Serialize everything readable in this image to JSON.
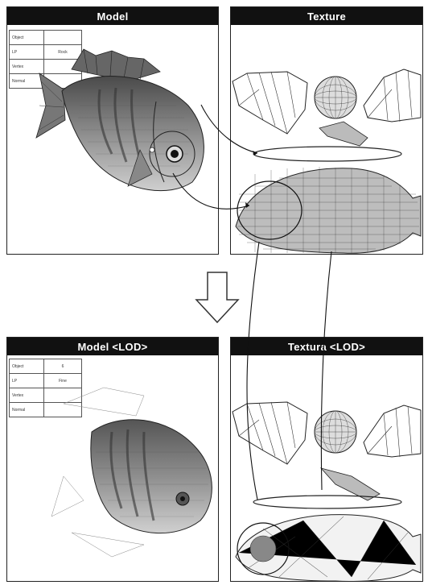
{
  "panels": {
    "model": {
      "title": "Model",
      "props": [
        {
          "key": "Object",
          "value": ""
        },
        {
          "key": "LP",
          "value": "Rock"
        },
        {
          "key": "Vertex",
          "value": ""
        },
        {
          "key": "Normal",
          "value": ""
        }
      ]
    },
    "texture": {
      "title": "Texture"
    },
    "model_lod": {
      "title": "Model <LOD>",
      "props": [
        {
          "key": "Object",
          "value": "6"
        },
        {
          "key": "LP",
          "value": "Fine"
        },
        {
          "key": "Vertex",
          "value": ""
        },
        {
          "key": "Normal",
          "value": ""
        }
      ]
    },
    "texture_lod": {
      "title": "Textura <LOD>"
    }
  },
  "colors": {
    "ink": "#111111",
    "fish": "#7a7a7a",
    "mesh": "#2a2a2a"
  }
}
